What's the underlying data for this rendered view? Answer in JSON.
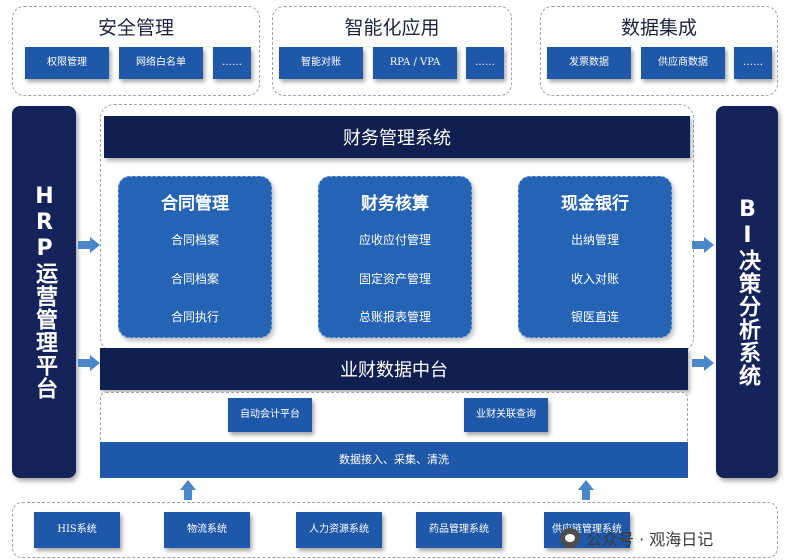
{
  "top_groups": [
    {
      "title": "安全管理",
      "items": [
        "权限管理",
        "网络白名单",
        "……"
      ]
    },
    {
      "title": "智能化应用",
      "items": [
        "智能对账",
        "RPA / VPA",
        "……"
      ]
    },
    {
      "title": "数据集成",
      "items": [
        "发票数据",
        "供应商数据",
        "……"
      ]
    }
  ],
  "left_panel": "HRP运营管理平台",
  "right_panel": "BI决策分析系统",
  "finance_system": {
    "title": "财务管理系统",
    "modules": [
      {
        "title": "合同管理",
        "items": [
          "合同档案",
          "合同档案",
          "合同执行"
        ]
      },
      {
        "title": "财务核算",
        "items": [
          "应收应付管理",
          "固定资产管理",
          "总账报表管理"
        ]
      },
      {
        "title": "现金银行",
        "items": [
          "出纳管理",
          "收入对账",
          "银医直连"
        ]
      }
    ]
  },
  "data_platform": {
    "title": "业财数据中台",
    "tools": [
      "自动会计平台",
      "业财关联查询"
    ],
    "ingest_label": "数据接入、采集、清洗"
  },
  "bottom_systems": [
    "HIS系统",
    "物流系统",
    "人力资源系统",
    "药品管理系统",
    "供应链管理系统"
  ],
  "watermark": "公众号 · 观海日记",
  "colors": {
    "navy": "#0f1f4f",
    "blue_tile": "#1f58a8",
    "module_blue": "#2563b5",
    "arrow": "#4a86c8"
  }
}
